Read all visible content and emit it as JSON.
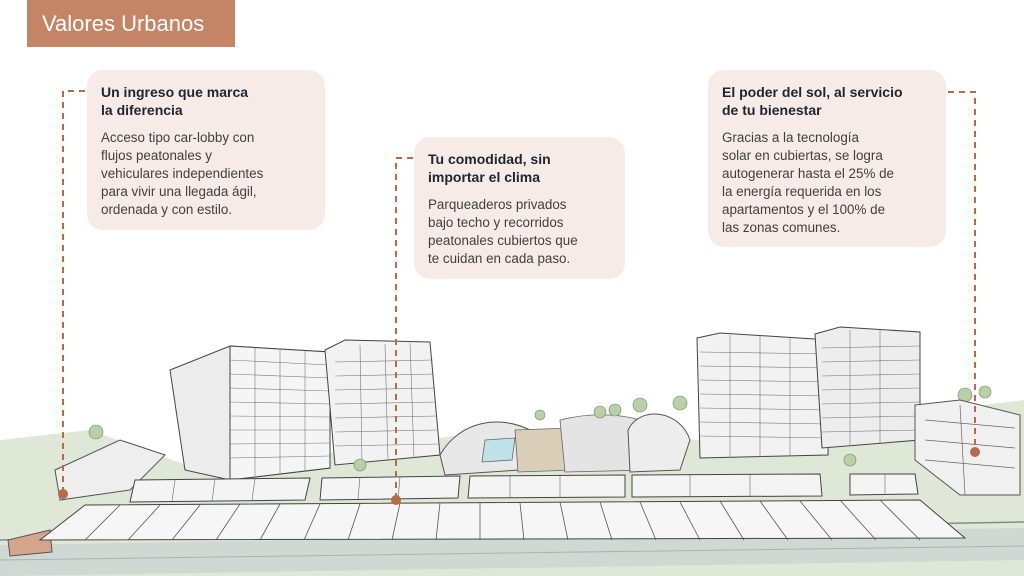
{
  "header": {
    "title": "Valores Urbanos"
  },
  "callouts": [
    {
      "title_line1": "Un ingreso que marca",
      "title_line2": "la diferencia",
      "body_lines": [
        "Acceso tipo car-lobby con",
        "flujos peatonales y",
        "vehiculares independientes",
        "para vivir una llegada ágil,",
        "ordenada y con estilo."
      ]
    },
    {
      "title_line1": "Tu comodidad, sin",
      "title_line2": "importar el clima",
      "body_lines": [
        "Parqueaderos privados",
        "bajo techo y recorridos",
        "peatonales cubiertos que",
        "te cuidan en cada paso."
      ]
    },
    {
      "title_line1": "El poder del sol, al servicio",
      "title_line2": "de tu bienestar",
      "body_lines": [
        "Gracias a la tecnología",
        "solar en cubiertas, se logra",
        "autogenerar hasta el 25% de",
        "la energía requerida en los",
        "apartamentos y el 100% de",
        "las zonas comunes."
      ]
    }
  ],
  "colors": {
    "accent": "#c48466",
    "card_bg": "#f6ebe6",
    "marker": "#b86a4a"
  }
}
